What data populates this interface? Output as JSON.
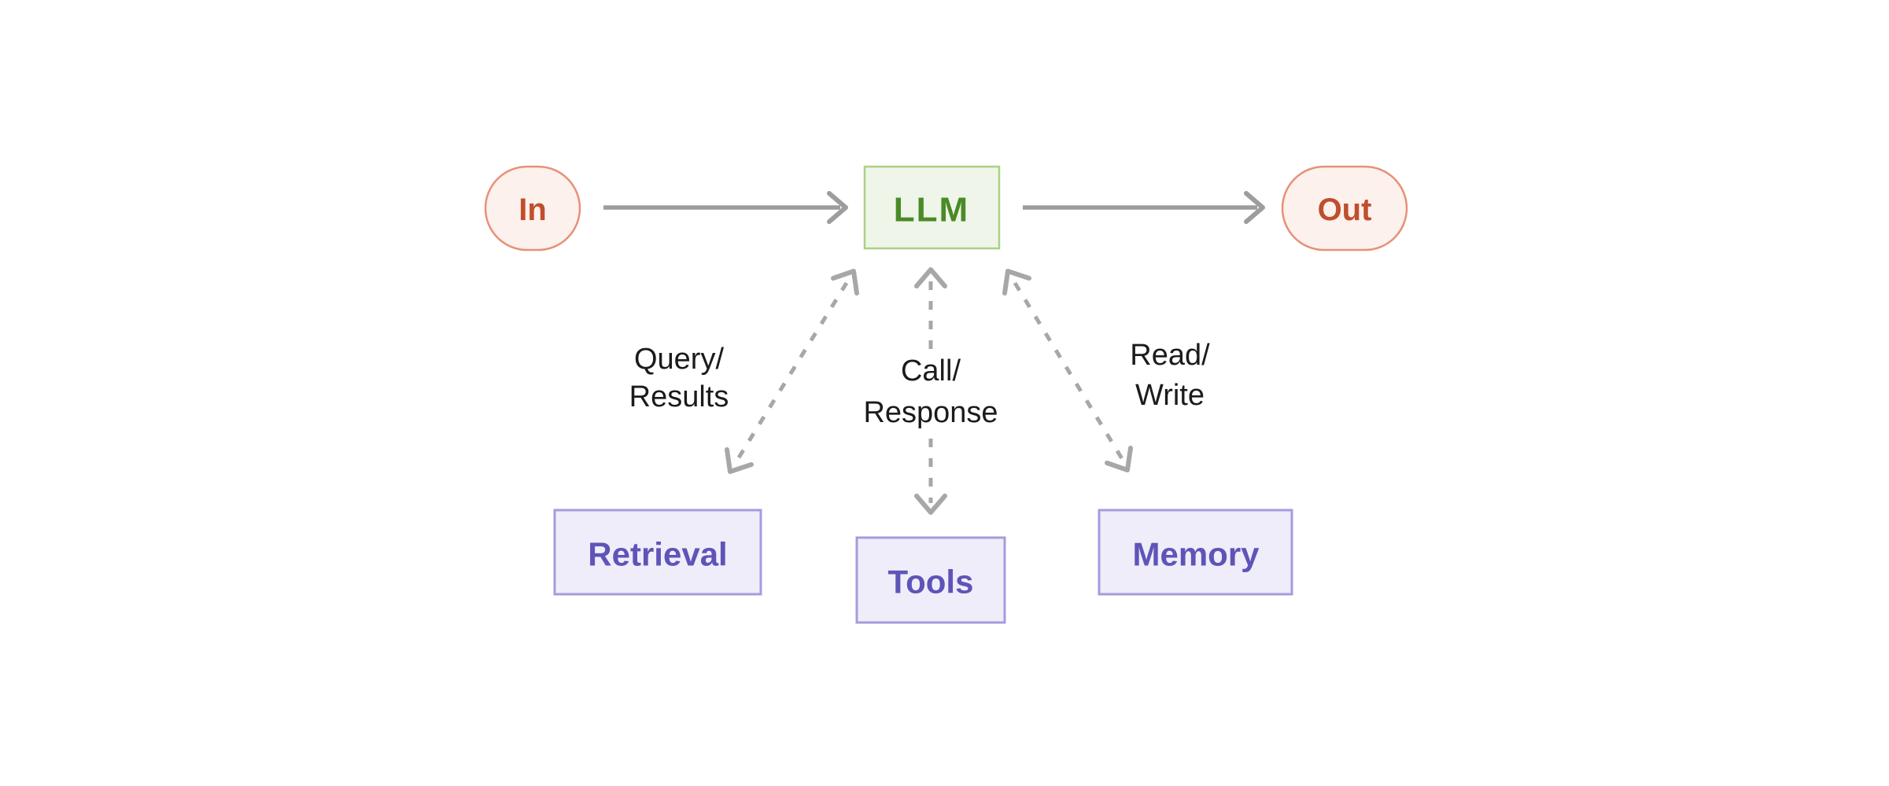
{
  "colors": {
    "bg": "#FFFFFF",
    "io-fill": "#FCF1EC",
    "io-border": "#E69179",
    "io-text": "#C04E2D",
    "llm-fill": "#EFF5E9",
    "llm-border": "#ABD185",
    "llm-text": "#4A8A27",
    "module-fill": "#EFEDF9",
    "module-border": "#A59CDD",
    "module-text": "#5E54B8",
    "arrow": "#9D9D9D",
    "dashed-arrow": "#A7A7A7",
    "label-text": "#1B1B1B"
  },
  "nodes": {
    "in": {
      "label": "In"
    },
    "llm": {
      "label": "LLM"
    },
    "out": {
      "label": "Out"
    },
    "retrieval": {
      "label": "Retrieval"
    },
    "tools": {
      "label": "Tools"
    },
    "memory": {
      "label": "Memory"
    }
  },
  "edge_labels": {
    "retrieval": {
      "line1": "Query/",
      "line2": "Results"
    },
    "tools": {
      "line1": "Call/",
      "line2": "Response"
    },
    "memory": {
      "line1": "Read/",
      "line2": "Write"
    }
  }
}
